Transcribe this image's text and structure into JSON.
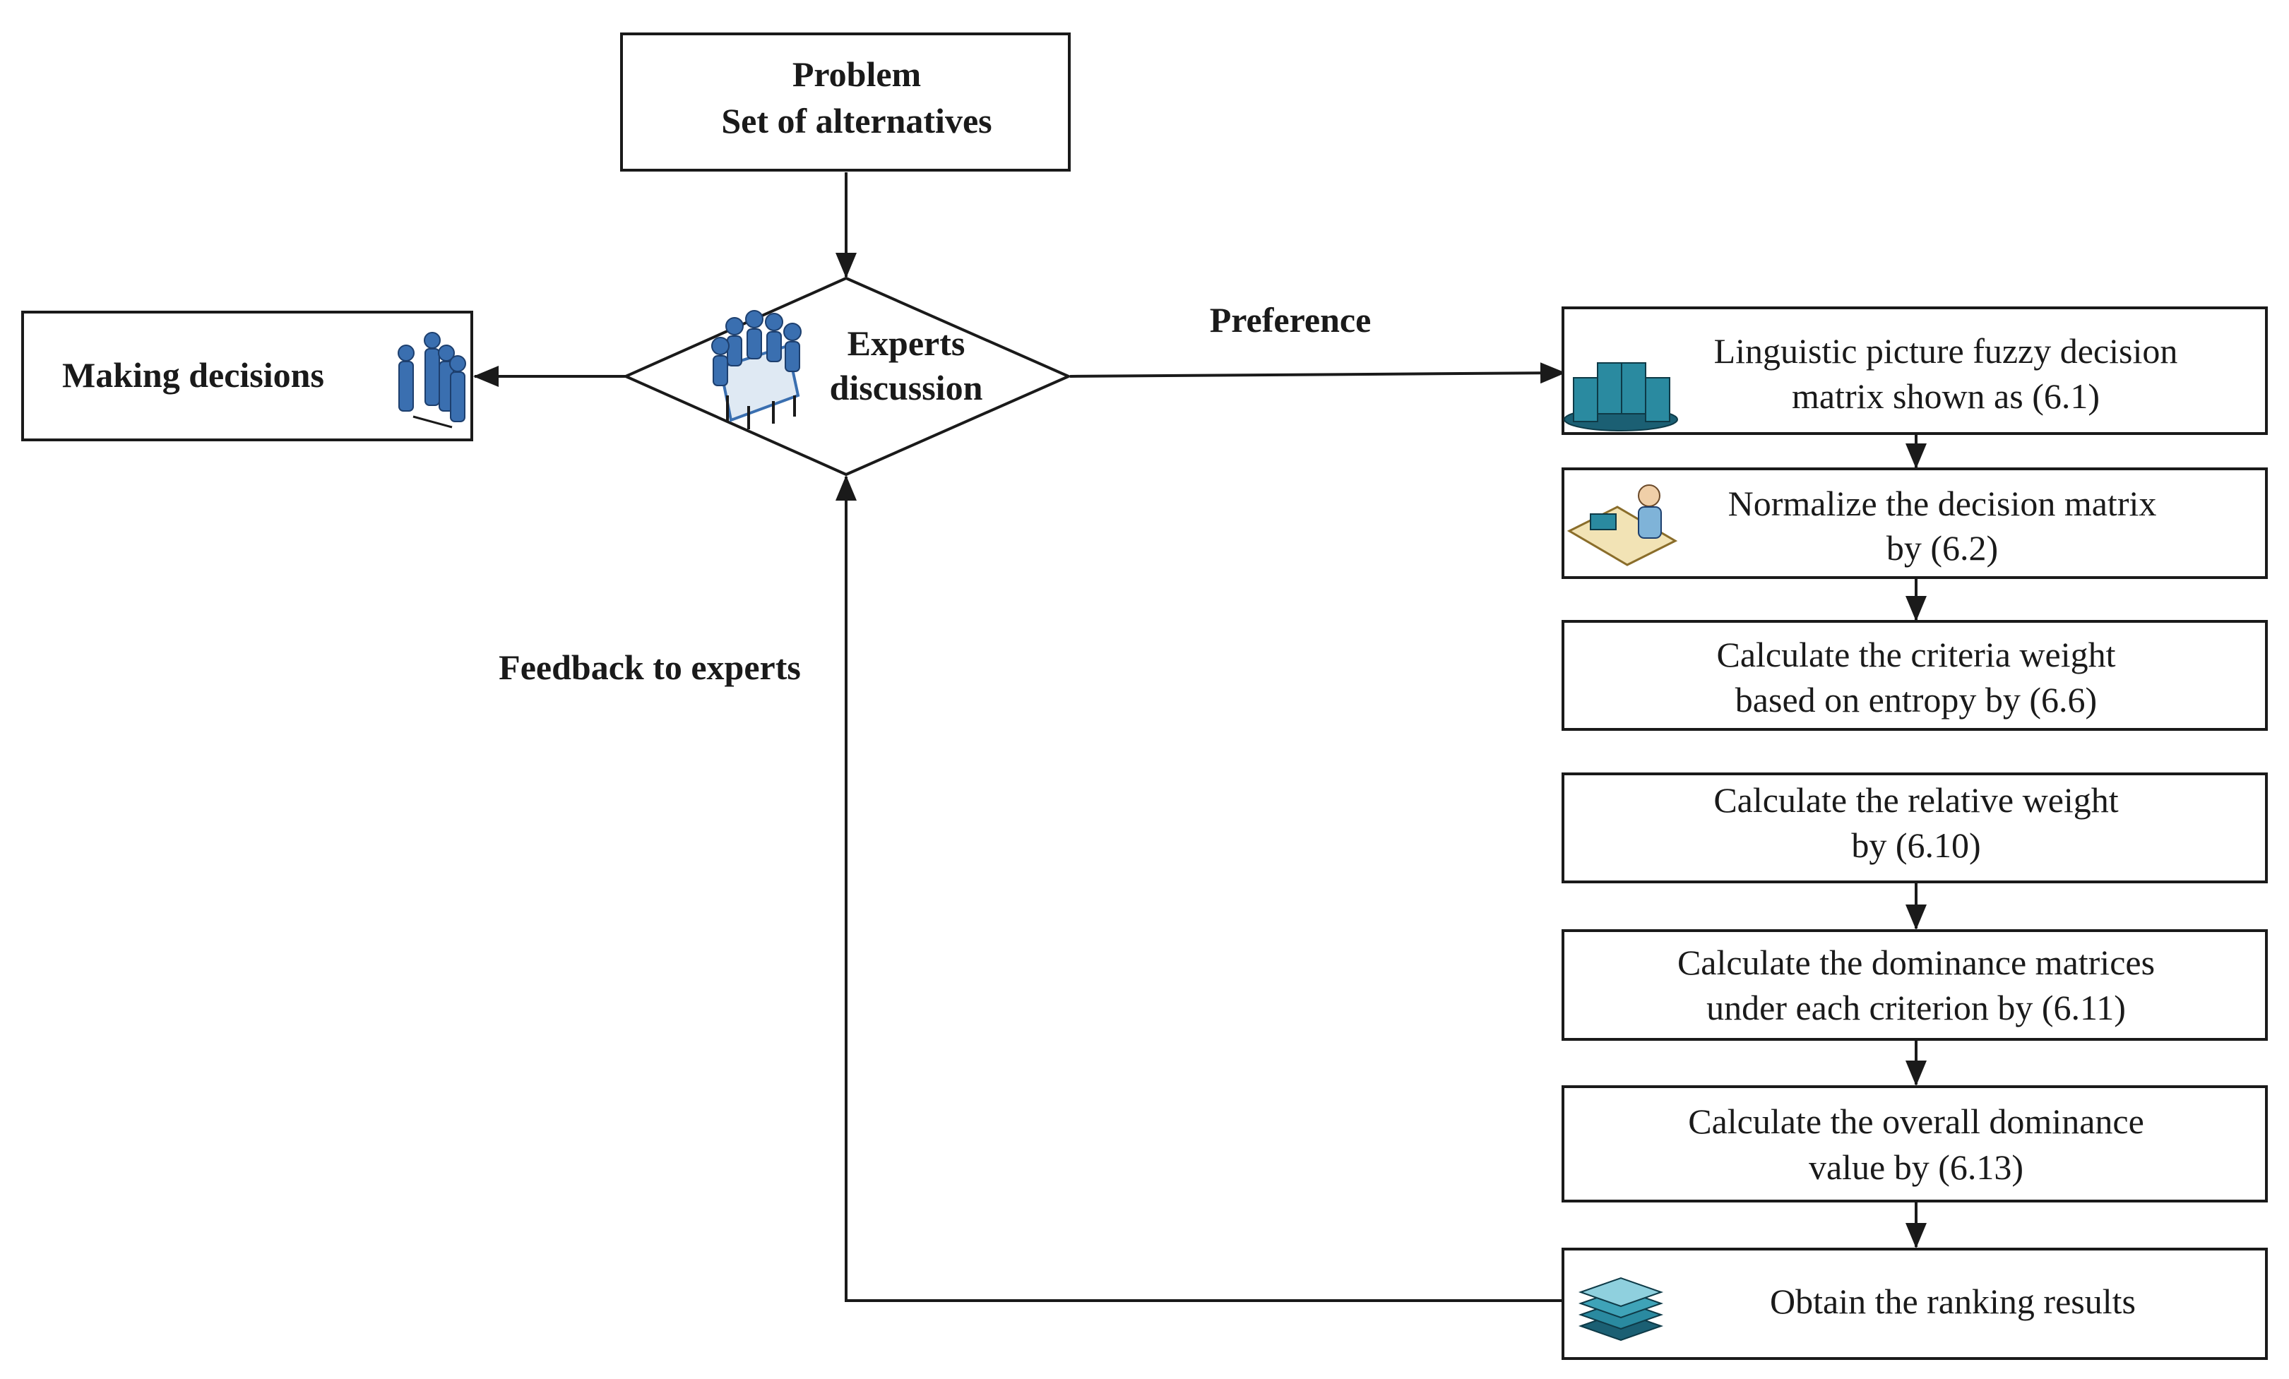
{
  "nodes": {
    "problem": {
      "line1": "Problem",
      "line2": "Set of alternatives"
    },
    "experts": {
      "line1": "Experts",
      "line2": "discussion"
    },
    "making": {
      "label": "Making decisions"
    },
    "step1": {
      "line1": "Linguistic picture fuzzy decision",
      "line2": "matrix shown as (6.1)"
    },
    "step2": {
      "line1": "Normalize the decision matrix",
      "line2": "by (6.2)"
    },
    "step3": {
      "line1": "Calculate the criteria weight",
      "line2": "based on entropy by (6.6)"
    },
    "step4": {
      "line1": "Calculate the relative weight",
      "line2": "by (6.10)"
    },
    "step5": {
      "line1": "Calculate the  dominance matrices",
      "line2": "under each criterion by (6.11)"
    },
    "step6": {
      "line1": "Calculate the overall dominance",
      "line2": "value by (6.13)"
    },
    "step7": {
      "label": "Obtain the ranking results"
    }
  },
  "edges": {
    "preference": "Preference",
    "feedback": "Feedback to experts"
  },
  "icons": [
    "people-group-icon",
    "meeting-table-icon",
    "server-icon",
    "desk-worker-icon",
    "stacked-layers-icon"
  ],
  "colors": {
    "line": "#1a1a1a",
    "icon_teal": "#2a8aa0",
    "icon_blue": "#3a6fb0"
  }
}
